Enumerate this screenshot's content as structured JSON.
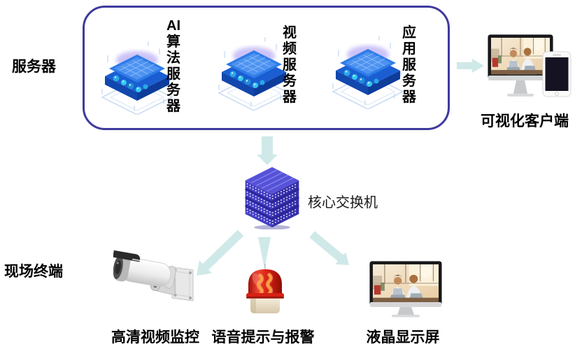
{
  "zones": {
    "server": "服务器",
    "field": "现场终端"
  },
  "server_box": {
    "servers": [
      {
        "id": "ai-algorithm-server",
        "label": "AI\n算\n法\n服\n务\n器"
      },
      {
        "id": "video-server",
        "label": "视\n频\n服\n务\n器"
      },
      {
        "id": "application-server",
        "label": "应\n用\n服\n务\n器"
      }
    ]
  },
  "client": {
    "label": "可视化客户端"
  },
  "core_switch": {
    "label": "核心交换机"
  },
  "field_devices": [
    {
      "id": "hd-video-surveillance",
      "label": "高清视频监控"
    },
    {
      "id": "voice-alarm",
      "label": "语音提示与报警"
    },
    {
      "id": "lcd-display",
      "label": "液晶显示屏"
    }
  ],
  "connections": [
    {
      "from": "server-box",
      "to": "visual-client"
    },
    {
      "from": "server-box",
      "to": "core-switch"
    },
    {
      "from": "core-switch",
      "to": "hd-video-surveillance"
    },
    {
      "from": "core-switch",
      "to": "voice-alarm"
    },
    {
      "from": "core-switch",
      "to": "lcd-display"
    }
  ],
  "icons": {
    "server": "isometric-chip-server-icon",
    "core_switch": "isometric-stack-switch-icon",
    "client": "monitor-with-phone-icon",
    "camera": "bullet-cctv-camera-icon",
    "alarm": "red-siren-icon",
    "display": "desktop-monitor-icon"
  },
  "colors": {
    "box_border": "#3e3a9d",
    "arrow": "#cfe9e8",
    "text": "#000000",
    "switch_blue": "#4a45cc",
    "server_blue": "#2e7ce8",
    "alarm_red": "#d61e10"
  }
}
